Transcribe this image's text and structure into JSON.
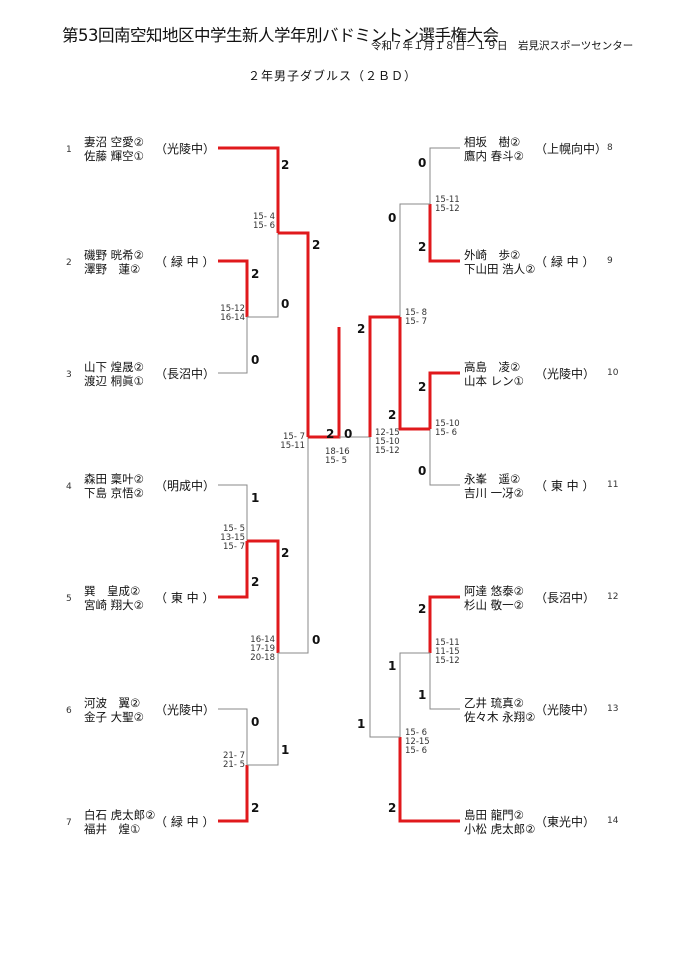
{
  "header": {
    "title": "第53回南空知地区中学生新人学年別バドミントン選手権大会",
    "date_venue": "令和７年１月１８日－１９日　岩見沢スポーツセンター",
    "event": "２年男子ダブルス（２ＢＤ）"
  },
  "colors": {
    "winner_line": "#e0191c",
    "loser_line": "#888888"
  },
  "left_entries": [
    {
      "seed": "1",
      "player1": "妻沼 空愛②",
      "player2": "佐藤 輝空①",
      "school": "（光陵中）"
    },
    {
      "seed": "2",
      "player1": "磯野 晄希②",
      "player2": "澤野　蓮②",
      "school": "（ 緑 中 ）"
    },
    {
      "seed": "3",
      "player1": "山下 煌晟②",
      "player2": "渡辺 桐眞①",
      "school": "（長沼中）"
    },
    {
      "seed": "4",
      "player1": "森田 稟叶②",
      "player2": "下島 京悟②",
      "school": "（明成中）"
    },
    {
      "seed": "5",
      "player1": "巽　皇成②",
      "player2": "宮崎 翔大②",
      "school": "（ 東 中 ）"
    },
    {
      "seed": "6",
      "player1": "河波　翼②",
      "player2": "金子 大聖②",
      "school": "（光陵中）"
    },
    {
      "seed": "7",
      "player1": "白石 虎太郎②",
      "player2": "福井　煌①",
      "school": "（ 緑 中 ）"
    }
  ],
  "right_entries": [
    {
      "seed": "8",
      "player1": "相坂　樹②",
      "player2": "鷹内 春斗②",
      "school": "（上幌向中）"
    },
    {
      "seed": "9",
      "player1": "外崎　歩②",
      "player2": "下山田 浩人②",
      "school": "（ 緑 中 ）"
    },
    {
      "seed": "10",
      "player1": "高島　凌②",
      "player2": "山本 レン①",
      "school": "（光陵中）"
    },
    {
      "seed": "11",
      "player1": "永峯　遥②",
      "player2": "吉川 一冴②",
      "school": "（ 東 中 ）"
    },
    {
      "seed": "12",
      "player1": "阿達 悠泰②",
      "player2": "杉山 敬一②",
      "school": "（長沼中）"
    },
    {
      "seed": "13",
      "player1": "乙井 琉真②",
      "player2": "佐々木 永翔②",
      "school": "（光陵中）"
    },
    {
      "seed": "14",
      "player1": "島田 龍門②",
      "player2": "小松 虎太郎②",
      "school": "（東光中）"
    }
  ],
  "matches": {
    "m_2v3": {
      "scores": [
        "15-12",
        "16-14"
      ],
      "wins_top": "2",
      "wins_bottom": "0"
    },
    "m_1v23": {
      "scores": [
        "15- 4",
        "15- 6"
      ],
      "wins_top": "2",
      "wins_bottom": "0"
    },
    "m_4v5": {
      "scores": [
        "15- 5",
        "13-15",
        "15- 7"
      ],
      "wins_top": "1",
      "wins_bottom": "2"
    },
    "m_6v7": {
      "scores": [
        "21- 7",
        "21- 5"
      ],
      "wins_top": "0",
      "wins_bottom": "2"
    },
    "m_45v67": {
      "scores": [
        "16-14",
        "17-19",
        "20-18"
      ],
      "wins_top": "2",
      "wins_bottom": "1"
    },
    "m_left_semi": {
      "scores": [
        "15- 7",
        "15-11"
      ],
      "wins_top": "2",
      "wins_bottom": "0"
    },
    "m_8v9": {
      "scores": [
        "15-11",
        "15-12"
      ],
      "wins_top": "0",
      "wins_bottom": "2"
    },
    "m_10v11": {
      "scores": [
        "15-10",
        "15- 6"
      ],
      "wins_top": "2",
      "wins_bottom": "0"
    },
    "m_89v1011": {
      "scores": [
        "15- 8",
        "15- 7"
      ],
      "wins_top": "0",
      "wins_bottom": "2"
    },
    "m_12v13": {
      "scores": [
        "15-11",
        "11-15",
        "15-12"
      ],
      "wins_top": "2",
      "wins_bottom": "1"
    },
    "m_1213v14": {
      "scores": [
        "15- 6",
        "12-15",
        "15- 6"
      ],
      "wins_top": "1",
      "wins_bottom": "2"
    },
    "m_right_semi": {
      "scores": [
        "12-15",
        "15-10",
        "15-12"
      ],
      "wins_top": "2",
      "wins_bottom": "1"
    },
    "final": {
      "scores": [
        "18-16",
        "15- 5"
      ],
      "wins_left": "2",
      "wins_right": "0"
    }
  }
}
